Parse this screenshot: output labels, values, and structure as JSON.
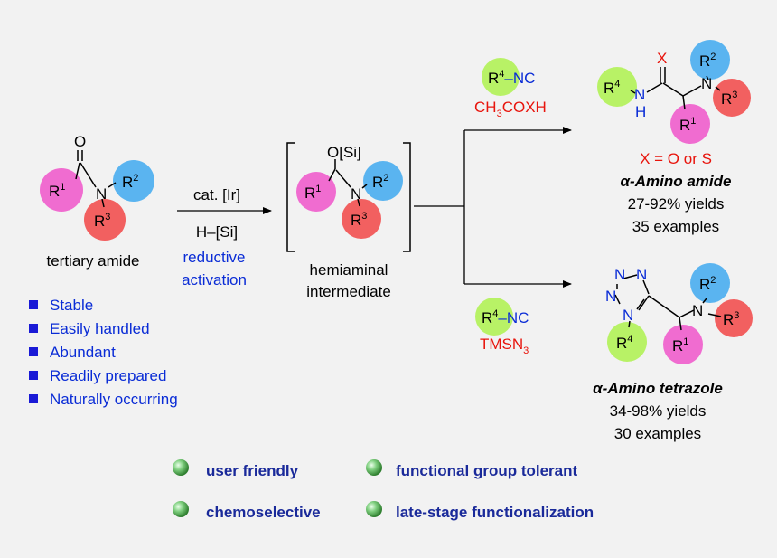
{
  "colors": {
    "background": "#f2f2f2",
    "magenta": "#f06cd0",
    "sky": "#5ab4f0",
    "salmon": "#f26060",
    "lime": "#b8f266",
    "heteroatom_blue": "#0a2cd6",
    "red_text": "#e8140c",
    "bullet_blue": "#1a1ad6",
    "feature_text": "#1a2a9a",
    "feature_dot": "#3a9a3a"
  },
  "sub": {
    "one": "1",
    "two": "2",
    "three": "3",
    "four": "4",
    "n3": "3"
  },
  "atoms": {
    "R": "R",
    "N": "N",
    "O": "O",
    "X": "X",
    "H": "H",
    "O_si": "O[Si]",
    "nc_suffix": "–NC"
  },
  "start": {
    "label": "tertiary amide",
    "properties": [
      "Stable",
      "Easily handled",
      "Abundant",
      "Readily prepared",
      "Naturally occurring"
    ]
  },
  "step1": {
    "reagent_top": "cat. [Ir]",
    "reagent_bottom": "H–[Si]",
    "note_line1": "reductive",
    "note_line2": "activation"
  },
  "intermediate": {
    "label_line1": "hemiaminal",
    "label_line2": "intermediate"
  },
  "top_branch": {
    "reagent_acid_pre": "CH",
    "reagent_acid_mid": "COXH",
    "x_note": "X = O or S",
    "product_name": "α-Amino amide",
    "yields": "27-92% yields",
    "examples": "35 examples"
  },
  "bottom_branch": {
    "reagent_azide": "TMSN",
    "product_name": "α-Amino tetrazole",
    "yields": "34-98% yields",
    "examples": "30 examples"
  },
  "features": [
    "user friendly",
    "functional group tolerant",
    "chemoselective",
    "late-stage functionalization"
  ]
}
